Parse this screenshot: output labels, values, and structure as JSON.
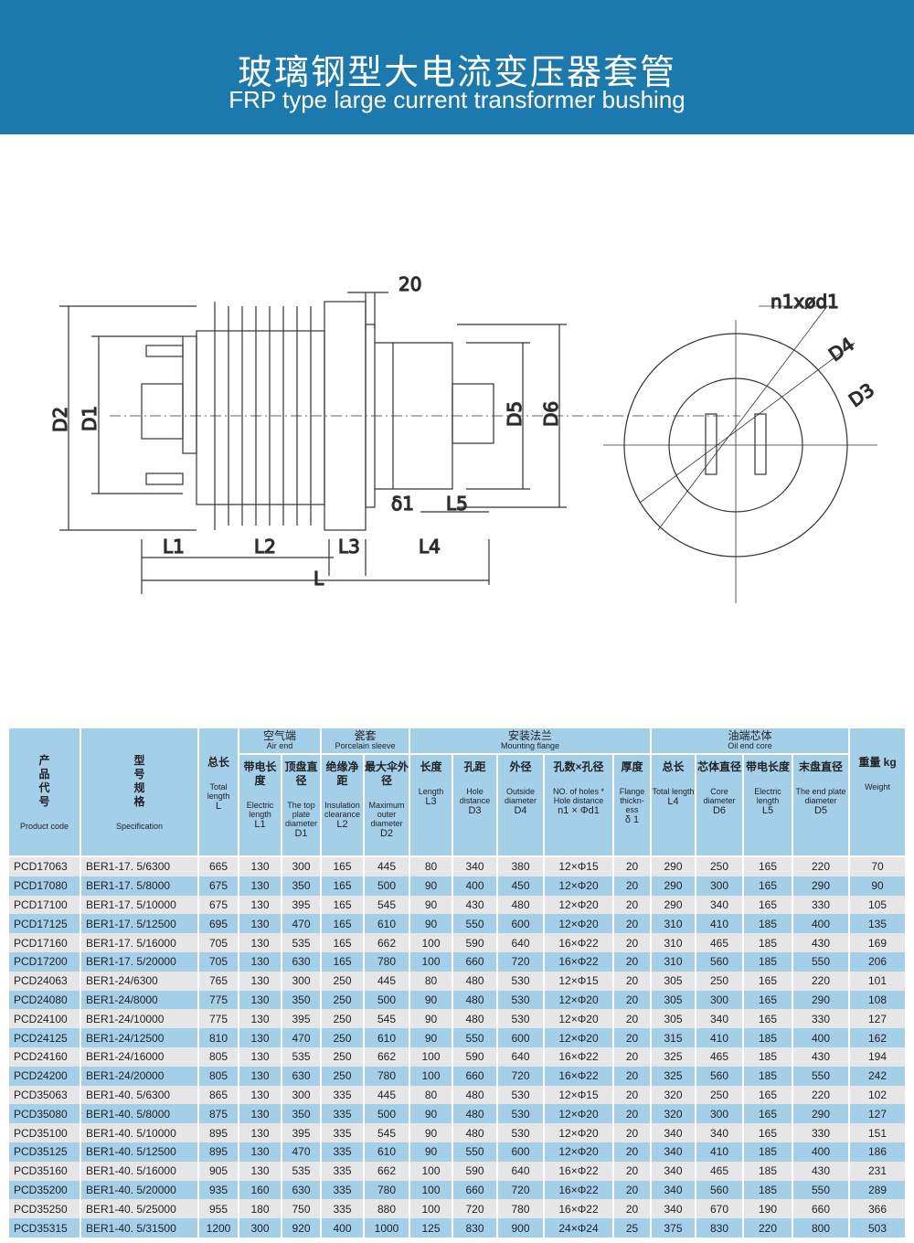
{
  "header": {
    "title_zh": "玻璃钢型大电流变压器套管",
    "title_en": "FRP type large current transformer bushing"
  },
  "drawing": {
    "labels": {
      "d2": "D2",
      "d1": "D1",
      "d5": "D5",
      "d6": "D6",
      "l1": "L1",
      "l2": "L2",
      "l3": "L3",
      "l4": "L4",
      "l5": "L5",
      "l": "L",
      "t20": "20",
      "delta1": "δ1",
      "holes": "n1xød1",
      "d4": "D4",
      "d3": "D3"
    }
  },
  "table": {
    "groups": {
      "air_zh": "空气端",
      "air_en": "Air end",
      "porc_zh": "瓷套",
      "porc_en": "Porcelain sleeve",
      "flange_zh": "安装法兰",
      "flange_en": "Mounting flange",
      "oil_zh": "油端芯体",
      "oil_en": "Oil end core"
    },
    "columns": [
      {
        "zh": "产品代号",
        "en": "Product code",
        "sym": ""
      },
      {
        "zh": "型号规格",
        "en": "Specification",
        "sym": ""
      },
      {
        "zh": "总长",
        "en": "Total length",
        "sym": "L"
      },
      {
        "zh": "带电长度",
        "en": "Electric length",
        "sym": "L1"
      },
      {
        "zh": "顶盘直径",
        "en": "The top plate diameter",
        "sym": "D1"
      },
      {
        "zh": "绝缘净距",
        "en": "Insulation clearance",
        "sym": "L2"
      },
      {
        "zh": "最大伞外径",
        "en": "Maximum outer diameter",
        "sym": "D2"
      },
      {
        "zh": "长度",
        "en": "Length",
        "sym": "L3"
      },
      {
        "zh": "孔距",
        "en": "Hole distance",
        "sym": "D3"
      },
      {
        "zh": "外径",
        "en": "Outside diameter",
        "sym": "D4"
      },
      {
        "zh": "孔数×孔径",
        "en": "NO. of holes * Hole distance",
        "sym": "n1 × Φd1"
      },
      {
        "zh": "厚度",
        "en": "Flange thickn-ess",
        "sym": "δ 1"
      },
      {
        "zh": "总长",
        "en": "Total length",
        "sym": "L4"
      },
      {
        "zh": "芯体直径",
        "en": "Core diameter",
        "sym": "D6"
      },
      {
        "zh": "带电长度",
        "en": "Electric length",
        "sym": "L5"
      },
      {
        "zh": "末盘直径",
        "en": "The end plate diameter",
        "sym": "D5"
      },
      {
        "zh": "重量 kg",
        "en": "Weight",
        "sym": ""
      }
    ],
    "rows": [
      [
        "PCD17063",
        "BER1-17. 5/6300",
        "665",
        "130",
        "300",
        "165",
        "445",
        "80",
        "340",
        "380",
        "12×Φ15",
        "20",
        "290",
        "250",
        "165",
        "220",
        "70"
      ],
      [
        "PCD17080",
        "BER1-17. 5/8000",
        "675",
        "130",
        "350",
        "165",
        "500",
        "90",
        "400",
        "450",
        "12×Φ20",
        "20",
        "290",
        "300",
        "165",
        "290",
        "90"
      ],
      [
        "PCD17100",
        "BER1-17. 5/10000",
        "675",
        "130",
        "395",
        "165",
        "545",
        "90",
        "430",
        "480",
        "12×Φ20",
        "20",
        "290",
        "340",
        "165",
        "330",
        "105"
      ],
      [
        "PCD17125",
        "BER1-17. 5/12500",
        "695",
        "130",
        "470",
        "165",
        "610",
        "90",
        "550",
        "600",
        "12×Φ20",
        "20",
        "310",
        "410",
        "185",
        "400",
        "135"
      ],
      [
        "PCD17160",
        "BER1-17. 5/16000",
        "705",
        "130",
        "535",
        "165",
        "662",
        "100",
        "590",
        "640",
        "16×Φ22",
        "20",
        "310",
        "465",
        "185",
        "430",
        "169"
      ],
      [
        "PCD17200",
        "BER1-17. 5/20000",
        "705",
        "130",
        "630",
        "165",
        "780",
        "100",
        "660",
        "720",
        "16×Φ22",
        "20",
        "310",
        "560",
        "185",
        "550",
        "206"
      ],
      [
        "PCD24063",
        "BER1-24/6300",
        "765",
        "130",
        "300",
        "250",
        "445",
        "80",
        "480",
        "530",
        "12×Φ15",
        "20",
        "305",
        "250",
        "165",
        "220",
        "101"
      ],
      [
        "PCD24080",
        "BER1-24/8000",
        "775",
        "130",
        "350",
        "250",
        "500",
        "90",
        "480",
        "530",
        "12×Φ20",
        "20",
        "305",
        "300",
        "165",
        "290",
        "108"
      ],
      [
        "PCD24100",
        "BER1-24/10000",
        "775",
        "130",
        "395",
        "250",
        "545",
        "90",
        "480",
        "530",
        "12×Φ20",
        "20",
        "305",
        "340",
        "165",
        "330",
        "127"
      ],
      [
        "PCD24125",
        "BER1-24/12500",
        "810",
        "130",
        "470",
        "250",
        "610",
        "90",
        "550",
        "600",
        "12×Φ20",
        "20",
        "315",
        "410",
        "185",
        "400",
        "162"
      ],
      [
        "PCD24160",
        "BER1-24/16000",
        "805",
        "130",
        "535",
        "250",
        "662",
        "100",
        "590",
        "640",
        "16×Φ22",
        "20",
        "325",
        "465",
        "185",
        "430",
        "194"
      ],
      [
        "PCD24200",
        "BER1-24/20000",
        "805",
        "130",
        "630",
        "250",
        "780",
        "100",
        "660",
        "720",
        "16×Φ22",
        "20",
        "325",
        "560",
        "185",
        "550",
        "242"
      ],
      [
        "PCD35063",
        "BER1-40. 5/6300",
        "865",
        "130",
        "300",
        "335",
        "445",
        "80",
        "480",
        "530",
        "12×Φ15",
        "20",
        "320",
        "250",
        "165",
        "220",
        "102"
      ],
      [
        "PCD35080",
        "BER1-40. 5/8000",
        "875",
        "130",
        "350",
        "335",
        "500",
        "90",
        "480",
        "530",
        "12×Φ20",
        "20",
        "320",
        "300",
        "165",
        "290",
        "127"
      ],
      [
        "PCD35100",
        "BER1-40. 5/10000",
        "895",
        "130",
        "395",
        "335",
        "545",
        "90",
        "480",
        "530",
        "12×Φ20",
        "20",
        "340",
        "340",
        "165",
        "330",
        "151"
      ],
      [
        "PCD35125",
        "BER1-40. 5/12500",
        "895",
        "130",
        "470",
        "335",
        "610",
        "90",
        "550",
        "600",
        "12×Φ20",
        "20",
        "340",
        "410",
        "185",
        "400",
        "186"
      ],
      [
        "PCD35160",
        "BER1-40. 5/16000",
        "905",
        "130",
        "535",
        "335",
        "662",
        "100",
        "590",
        "640",
        "16×Φ22",
        "20",
        "340",
        "465",
        "185",
        "430",
        "231"
      ],
      [
        "PCD35200",
        "BER1-40. 5/20000",
        "935",
        "160",
        "630",
        "335",
        "780",
        "100",
        "660",
        "720",
        "16×Φ22",
        "20",
        "340",
        "560",
        "185",
        "550",
        "289"
      ],
      [
        "PCD35250",
        "BER1-40. 5/25000",
        "955",
        "180",
        "750",
        "335",
        "880",
        "100",
        "720",
        "780",
        "16×Φ22",
        "20",
        "340",
        "670",
        "190",
        "660",
        "366"
      ],
      [
        "PCD35315",
        "BER1-40. 5/31500",
        "1200",
        "300",
        "920",
        "400",
        "1000",
        "125",
        "830",
        "900",
        "24×Φ24",
        "25",
        "375",
        "830",
        "220",
        "800",
        "503"
      ]
    ]
  }
}
